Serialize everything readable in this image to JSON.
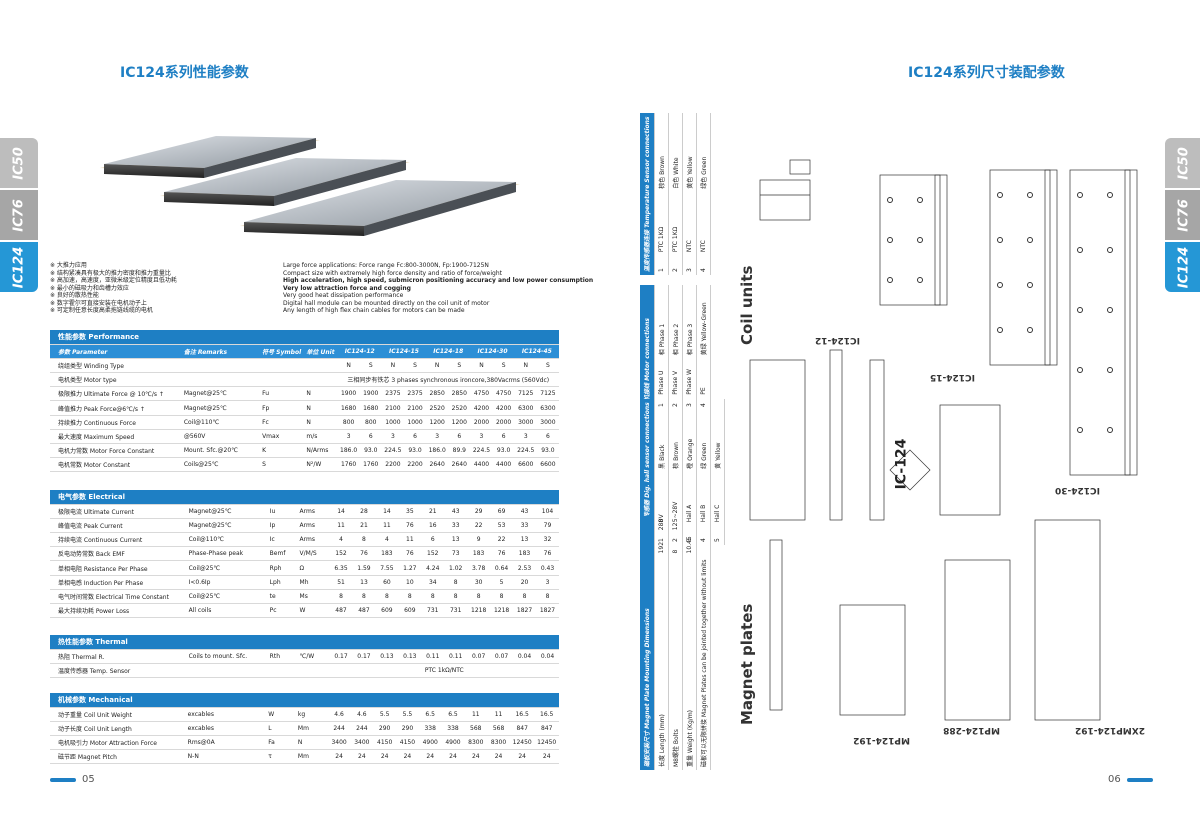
{
  "left_page": {
    "title": "IC124系列性能参数",
    "tabs": [
      "IC50",
      "IC76",
      "IC124"
    ],
    "features_cn": [
      "※ 大推力应用",
      "※ 结构紧凑具有极大的推力密度和推力重量比",
      "※ 高加速，高速度，亚微米级定位精度且低功耗",
      "※ 最小的磁吸力和齿槽力效应",
      "※ 良好的散热性能",
      "※ 数字霍尔可直接安装在电机动子上",
      "※ 可定制任意长度高柔拖链线缆的电机"
    ],
    "features_en": [
      "Large force applications: Force range Fc:800-3000N, Fp:1900-7125N",
      "Compact size with extremely high force density and ratio of force/weight",
      "High acceleration, high speed, submicron positioning accuracy and low power consumption",
      "Very low attraction force and cogging",
      "Very good heat dissipation performance",
      "Digital hall module can be mounted directly on the coil unit of motor",
      "Any length of high flex chain cables for motors can be made"
    ],
    "performance": {
      "header": "性能参数 Performance",
      "columns": {
        "param": "参数 Parameter",
        "remarks": "备注 Remarks",
        "symbol": "符号 Symbol",
        "unit": "单位 Unit",
        "models": [
          "IC124-12",
          "IC124-15",
          "IC124-18",
          "IC124-30",
          "IC124-45"
        ]
      },
      "rows": [
        {
          "name": "绕组类型 Winding Type",
          "remark": "",
          "sym": "",
          "unit": "",
          "vals": [
            "N",
            "S",
            "N",
            "S",
            "N",
            "S",
            "N",
            "S",
            "N",
            "S"
          ]
        },
        {
          "name": "电机类型 Motor type",
          "remark": "",
          "sym": "",
          "unit": "",
          "merged": "三相同步有铁芯 3 phases synchronous ironcore,380Vacrms (560Vdc)"
        },
        {
          "name": "极限推力 Ultimate Force @ 10℃/s ↑",
          "remark": "Magnet@25℃",
          "sym": "Fu",
          "unit": "N",
          "vals": [
            "1900",
            "1900",
            "2375",
            "2375",
            "2850",
            "2850",
            "4750",
            "4750",
            "7125",
            "7125"
          ]
        },
        {
          "name": "峰值推力 Peak Force@6℃/s ↑",
          "remark": "Magnet@25℃",
          "sym": "Fp",
          "unit": "N",
          "vals": [
            "1680",
            "1680",
            "2100",
            "2100",
            "2520",
            "2520",
            "4200",
            "4200",
            "6300",
            "6300"
          ]
        },
        {
          "name": "持续推力 Continuous Force",
          "remark": "Coil@110℃",
          "sym": "Fc",
          "unit": "N",
          "vals": [
            "800",
            "800",
            "1000",
            "1000",
            "1200",
            "1200",
            "2000",
            "2000",
            "3000",
            "3000"
          ]
        },
        {
          "name": "最大速度 Maximum Speed",
          "remark": "@560V",
          "sym": "Vmax",
          "unit": "m/s",
          "vals": [
            "3",
            "6",
            "3",
            "6",
            "3",
            "6",
            "3",
            "6",
            "3",
            "6"
          ]
        },
        {
          "name": "电机力常数 Motor Force Constant",
          "remark": "Mount. Sfc.@20℃",
          "sym": "K",
          "unit": "N/Arms",
          "vals": [
            "186.0",
            "93.0",
            "224.5",
            "93.0",
            "186.0",
            "89.9",
            "224.5",
            "93.0",
            "224.5",
            "93.0"
          ]
        },
        {
          "name": "电机常数 Motor Constant",
          "remark": "Coils@25℃",
          "sym": "S",
          "unit": "N²/W",
          "vals": [
            "1760",
            "1760",
            "2200",
            "2200",
            "2640",
            "2640",
            "4400",
            "4400",
            "6600",
            "6600"
          ]
        }
      ]
    },
    "electrical": {
      "header": "电气参数 Electrical",
      "rows": [
        {
          "name": "极限电流 Ultimate Current",
          "remark": "Magnet@25℃",
          "sym": "Iu",
          "unit": "Arms",
          "vals": [
            "14",
            "28",
            "14",
            "35",
            "21",
            "43",
            "29",
            "69",
            "43",
            "104"
          ]
        },
        {
          "name": "峰值电流 Peak Current",
          "remark": "Magnet@25℃",
          "sym": "Ip",
          "unit": "Arms",
          "vals": [
            "11",
            "21",
            "11",
            "76",
            "16",
            "33",
            "22",
            "53",
            "33",
            "79"
          ]
        },
        {
          "name": "持续电流 Continuous Current",
          "remark": "Coil@110℃",
          "sym": "Ic",
          "unit": "Arms",
          "vals": [
            "4",
            "8",
            "4",
            "11",
            "6",
            "13",
            "9",
            "22",
            "13",
            "32"
          ]
        },
        {
          "name": "反电动势常数 Back EMF",
          "remark": "Phase-Phase peak",
          "sym": "Bemf",
          "unit": "V/M/S",
          "vals": [
            "152",
            "76",
            "183",
            "76",
            "152",
            "73",
            "183",
            "76",
            "183",
            "76"
          ]
        },
        {
          "name": "单相电阻 Resistance Per Phase",
          "remark": "Coil@25℃",
          "sym": "Rph",
          "unit": "Ω",
          "vals": [
            "6.35",
            "1.59",
            "7.55",
            "1.27",
            "4.24",
            "1.02",
            "3.78",
            "0.64",
            "2.53",
            "0.43"
          ]
        },
        {
          "name": "单相电感 Induction Per Phase",
          "remark": "I<0.6Ip",
          "sym": "Lph",
          "unit": "Mh",
          "vals": [
            "51",
            "13",
            "60",
            "10",
            "34",
            "8",
            "30",
            "5",
            "20",
            "3"
          ]
        },
        {
          "name": "电气时间常数 Electrical Time Constant",
          "remark": "Coil@25℃",
          "sym": "te",
          "unit": "Ms",
          "vals": [
            "8",
            "8",
            "8",
            "8",
            "8",
            "8",
            "8",
            "8",
            "8",
            "8"
          ]
        },
        {
          "name": "最大持续功耗 Power Loss",
          "remark": "All coils",
          "sym": "Pc",
          "unit": "W",
          "vals": [
            "487",
            "487",
            "609",
            "609",
            "731",
            "731",
            "1218",
            "1218",
            "1827",
            "1827"
          ]
        }
      ]
    },
    "thermal": {
      "header": "热性能参数 Thermal",
      "rows": [
        {
          "name": "热阻 Thermal R.",
          "remark": "Coils to mount. Sfc.",
          "sym": "Rth",
          "unit": "℃/W",
          "vals": [
            "0.17",
            "0.17",
            "0.13",
            "0.13",
            "0.11",
            "0.11",
            "0.07",
            "0.07",
            "0.04",
            "0.04"
          ]
        },
        {
          "name": "温度传感器 Temp. Sensor",
          "remark": "",
          "sym": "",
          "unit": "",
          "merged": "PTC 1kΩ/NTC"
        }
      ]
    },
    "mechanical": {
      "header": "机械参数 Mechanical",
      "rows": [
        {
          "name": "动子重量 Coil Unit Weight",
          "remark": "excables",
          "sym": "W",
          "unit": "kg",
          "vals": [
            "4.6",
            "4.6",
            "5.5",
            "5.5",
            "6.5",
            "6.5",
            "11",
            "11",
            "16.5",
            "16.5"
          ]
        },
        {
          "name": "动子长度 Coil Unit Length",
          "remark": "excables",
          "sym": "L",
          "unit": "Mm",
          "vals": [
            "244",
            "244",
            "290",
            "290",
            "338",
            "338",
            "568",
            "568",
            "847",
            "847"
          ]
        },
        {
          "name": "电机吸引力 Motor Attraction Force",
          "remark": "Rms@0A",
          "sym": "Fa",
          "unit": "N",
          "vals": [
            "3400",
            "3400",
            "4150",
            "4150",
            "4900",
            "4900",
            "8300",
            "8300",
            "12450",
            "12450"
          ]
        },
        {
          "name": "磁节距 Magnet Pitch",
          "remark": "N-N",
          "sym": "τ",
          "unit": "Mm",
          "vals": [
            "24",
            "24",
            "24",
            "24",
            "24",
            "24",
            "24",
            "24",
            "24",
            "24"
          ]
        }
      ]
    },
    "page_number": "05"
  },
  "right_page": {
    "title": "IC124系列尺寸装配参数",
    "tabs": [
      "IC50",
      "IC76",
      "IC124"
    ],
    "temp_table": {
      "header": "温度传感器连接 Temperature Sensor connections",
      "rows": [
        [
          "1",
          "PTC 1KΩ",
          "棕色 Brown"
        ],
        [
          "2",
          "PTC 1KΩ",
          "白色 White"
        ],
        [
          "3",
          "NTC",
          "黄色 Yellow"
        ],
        [
          "4",
          "NTC",
          "绿色 Green"
        ]
      ]
    },
    "motor_table": {
      "header": "电机接线 Motor connections",
      "rows": [
        [
          "1",
          "Phase U",
          "相 Phase 1"
        ],
        [
          "2",
          "Phase V",
          "相 Phase 2"
        ],
        [
          "3",
          "Phase W",
          "相 Phase 3"
        ],
        [
          "4",
          "PE",
          "黄绿 Yellow-Green"
        ]
      ]
    },
    "hall_table": {
      "header": "数字霍尔传感器 Dig. hall sensor connections",
      "rows": [
        [
          "1",
          "0V",
          "黑 Black"
        ],
        [
          "2",
          "5~28V",
          "棕 Brown"
        ],
        [
          "3",
          "Hall A",
          "橙 Orange"
        ],
        [
          "4",
          "Hall B",
          "绿 Green"
        ],
        [
          "5",
          "Hall C",
          "黄 Yellow"
        ]
      ]
    },
    "magnet_table": {
      "header": "磁板安装尺寸 Magnet Plate Mounting Dimensions",
      "rows": [
        [
          "长度 Length (mm)",
          "192",
          "288"
        ],
        [
          "M8螺栓 Bolts",
          "8",
          "12"
        ],
        [
          "重量 Weight (Kg/m)",
          "10.45",
          ""
        ],
        [
          "磁板可以无限拼接 Magnet Plates can be jointed together without limits",
          "",
          ""
        ]
      ]
    },
    "coil_units_label": "Coil units",
    "magnet_plates_label": "Magnet plates",
    "badge": "IC-124",
    "models": [
      "IC124-12",
      "IC124-15",
      "IC124-30",
      "MP124-192",
      "MP124-288",
      "2XMP124-192"
    ],
    "page_number": "06"
  }
}
